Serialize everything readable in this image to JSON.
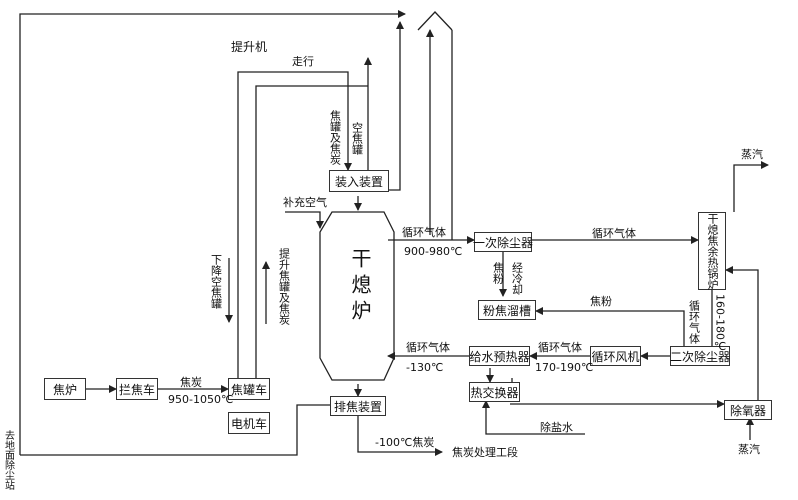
{
  "boxes": {
    "hoist": "提升机",
    "charging_device": "装入装置",
    "primary_dust": "一次除尘器",
    "coke_tank": "粉焦溜槽",
    "waste_heat_boiler": "干熄焦余热锅炉",
    "secondary_dust": "二次除尘器",
    "circ_fan": "循环风机",
    "feedwater_preheater": "给水预热器",
    "heat_exchanger": "热交换器",
    "deaerator": "除氧器",
    "coke_oven": "焦炉",
    "coke_guide_car": "拦焦车",
    "coke_tank_car": "焦罐车",
    "motor_car": "电机车",
    "discharge_device": "排焦装置"
  },
  "furnace_label": "干熄炉",
  "labels": {
    "travel": "走行",
    "full_tank": "焦罐及焦炭",
    "empty_tank": "空焦罐",
    "supplement_air": "补充空气",
    "circ_gas_top": "循环气体",
    "temp_top": "900-980℃",
    "circ_gas_right": "循环气体",
    "coke_powder_v": "焦粉",
    "cooled_v": "经冷却",
    "coke_powder_h": "焦粉",
    "steam_top": "蒸汽",
    "circ_gas_vert": "循环气体",
    "temp_boiler": "160-180℃",
    "descend_empty": "下降空焦罐",
    "lift_full": "提升焦罐及焦炭",
    "circ_gas_bottom": "循环气体",
    "temp_bottom": "-130℃",
    "circ_gas_mid": "循环气体",
    "temp_mid": "170-190℃",
    "coke_h": "焦炭",
    "temp_coke": "950-1050℃",
    "desalted_water": "除盐水",
    "steam_bottom": "蒸汽",
    "coke_out_temp": "-100℃焦炭",
    "coke_processing": "焦炭处理工段",
    "dust_station": "去地面除尘站"
  }
}
